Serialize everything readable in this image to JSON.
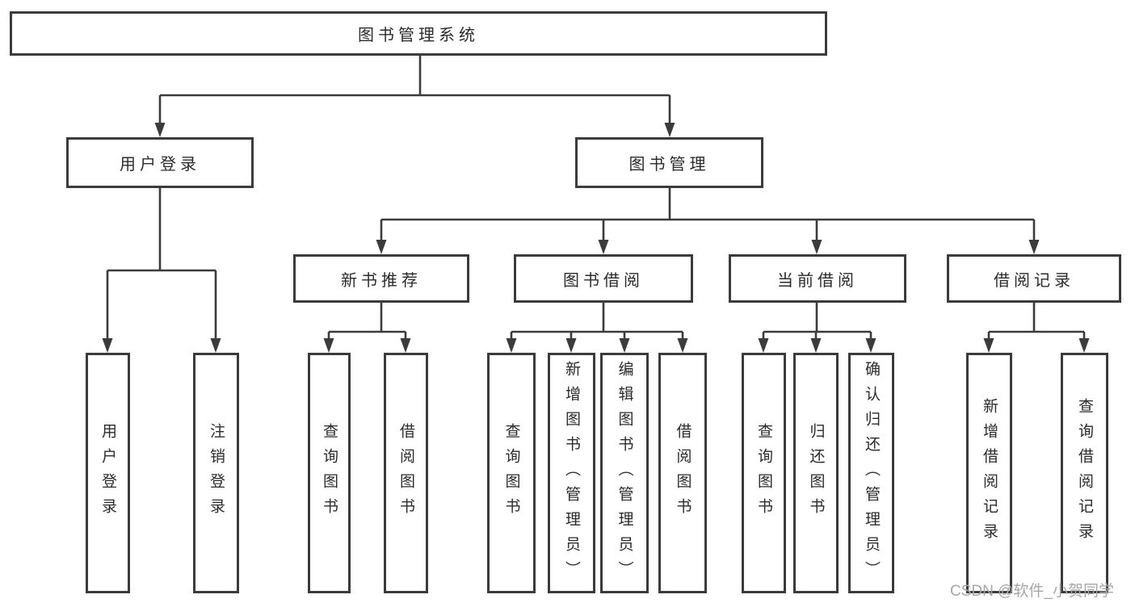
{
  "colors": {
    "line": "#3b3b3b",
    "box_border": "#3b3b3b",
    "text": "#2b2b2b",
    "watermark": "#a6a6a6",
    "background": "#ffffff"
  },
  "tree": {
    "root": {
      "label": "图书管理系统"
    },
    "branches": [
      {
        "label": "用户登录",
        "leaves": [
          {
            "label": "用户登录"
          },
          {
            "label": "注销登录"
          }
        ]
      },
      {
        "label": "图书管理",
        "groups": [
          {
            "label": "新书推荐",
            "leaves": [
              {
                "label": "查询图书"
              },
              {
                "label": "借阅图书"
              }
            ]
          },
          {
            "label": "图书借阅",
            "leaves": [
              {
                "label": "查询图书"
              },
              {
                "label": "新增图书（管理员）"
              },
              {
                "label": "编辑图书（管理员）"
              },
              {
                "label": "借阅图书"
              }
            ]
          },
          {
            "label": "当前借阅",
            "leaves": [
              {
                "label": "查询图书"
              },
              {
                "label": "归还图书"
              },
              {
                "label": "确认归还（管理员）"
              }
            ]
          },
          {
            "label": "借阅记录",
            "leaves": [
              {
                "label": "新增借阅记录"
              },
              {
                "label": "查询借阅记录"
              }
            ]
          }
        ]
      }
    ]
  },
  "watermark": {
    "text": "CSDN @软件_小贺同学"
  }
}
